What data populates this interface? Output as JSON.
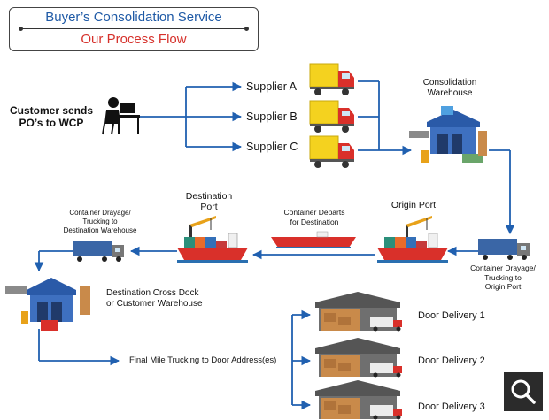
{
  "title": {
    "line1": "Buyer’s Consolidation Service",
    "line2": "Our Process Flow"
  },
  "nodes": {
    "customer": "Customer sends\nPO’s to WCP",
    "supplier_a": "Supplier A",
    "supplier_b": "Supplier B",
    "supplier_c": "Supplier C",
    "consolidation": "Consolidation\nWarehouse",
    "drayage_origin": "Container Drayage/\nTrucking to\nOrigin Port",
    "origin_port": "Origin Port",
    "departs": "Container Departs\nfor Destination",
    "destination_port": "Destination\nPort",
    "drayage_dest": "Container Drayage/\nTrucking to\nDestination Warehouse",
    "cross_dock": "Destination Cross Dock\nor Customer Warehouse",
    "final_mile": "Final Mile Trucking to Door Address(es)",
    "door_1": "Door Delivery 1",
    "door_2": "Door Delivery 2",
    "door_3": "Door Delivery 3"
  },
  "colors": {
    "arrow": "#2060b0",
    "truck_box": "#f4d21f",
    "truck_cab": "#d9302a",
    "title_blue": "#1f5aa6",
    "title_red": "#d6312b"
  },
  "zoom_button": {
    "icon": "search-icon"
  }
}
